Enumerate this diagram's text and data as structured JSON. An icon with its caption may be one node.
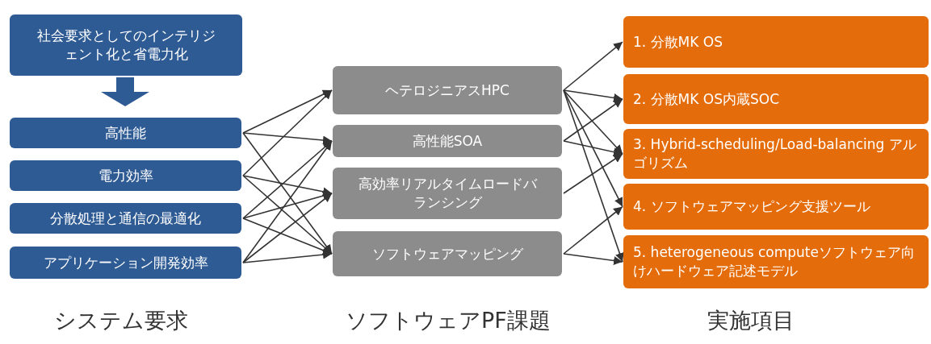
{
  "diagram": {
    "nodes": [
      {
        "text": [
          "社会要求としてのインテリジェント化と省電力化"
        ]
      },
      {
        "text": [
          "高性能"
        ]
      },
      {
        "text": [
          "電力効率"
        ]
      },
      {
        "text": [
          "分散処理と通信の最適化"
        ]
      },
      {
        "text": [
          "アプリケーション開発効率"
        ]
      },
      {
        "text": [
          "ヘテロジニアスHPC"
        ]
      },
      {
        "text": [
          "高性能SOA"
        ]
      },
      {
        "text": [
          "高効率リアルタイムロードバランシング"
        ]
      },
      {
        "text": [
          "ソフトウェアマッピング"
        ]
      },
      {
        "text": [
          "1. 分散MK OS"
        ]
      },
      {
        "text": [
          "2. 分散MK OS内蔵SOC"
        ]
      },
      {
        "text": [
          "3. Hybrid-scheduling/Load-balancing アルゴリズム"
        ]
      },
      {
        "text": [
          "4. ソフトウェアマッピング支援ツール"
        ]
      },
      {
        "text": [
          "5. heterogeneous computeソフトウェア向けハードウェア記述モデル"
        ]
      }
    ],
    "edges": [
      {
        "from": 0,
        "to": 1,
        "arrow": "to",
        "style": "thick",
        "color": "#2f5b94"
      },
      {
        "from": 1,
        "to": 5,
        "arrow": "to"
      },
      {
        "from": 1,
        "to": 6,
        "arrow": "to"
      },
      {
        "from": 1,
        "to": 8,
        "arrow": "to"
      },
      {
        "from": 2,
        "to": 5,
        "arrow": "to"
      },
      {
        "from": 2,
        "to": 7,
        "arrow": "to"
      },
      {
        "from": 2,
        "to": 8,
        "arrow": "to"
      },
      {
        "from": 3,
        "to": 6,
        "arrow": "to"
      },
      {
        "from": 3,
        "to": 7,
        "arrow": "to"
      },
      {
        "from": 3,
        "to": 8,
        "arrow": "to"
      },
      {
        "from": 4,
        "to": 6,
        "arrow": "to"
      },
      {
        "from": 4,
        "to": 7,
        "arrow": "to"
      },
      {
        "from": 4,
        "to": 8,
        "arrow": "to"
      },
      {
        "from": 5,
        "to": 9,
        "arrow": "to"
      },
      {
        "from": 5,
        "to": 10,
        "arrow": "to"
      },
      {
        "from": 5,
        "to": 11,
        "arrow": "to"
      },
      {
        "from": 5,
        "to": 12,
        "arrow": "to"
      },
      {
        "from": 5,
        "to": 13,
        "arrow": "to"
      },
      {
        "from": 6,
        "to": 10,
        "arrow": "to"
      },
      {
        "from": 6,
        "to": 11,
        "arrow": "to"
      },
      {
        "from": 7,
        "to": 11,
        "arrow": "to"
      },
      {
        "from": 8,
        "to": 12,
        "arrow": "to"
      },
      {
        "from": 8,
        "to": 13,
        "arrow": "to"
      }
    ],
    "labels": [
      "システム要求",
      "ソフトウェアPF課題",
      "実施項目"
    ]
  }
}
